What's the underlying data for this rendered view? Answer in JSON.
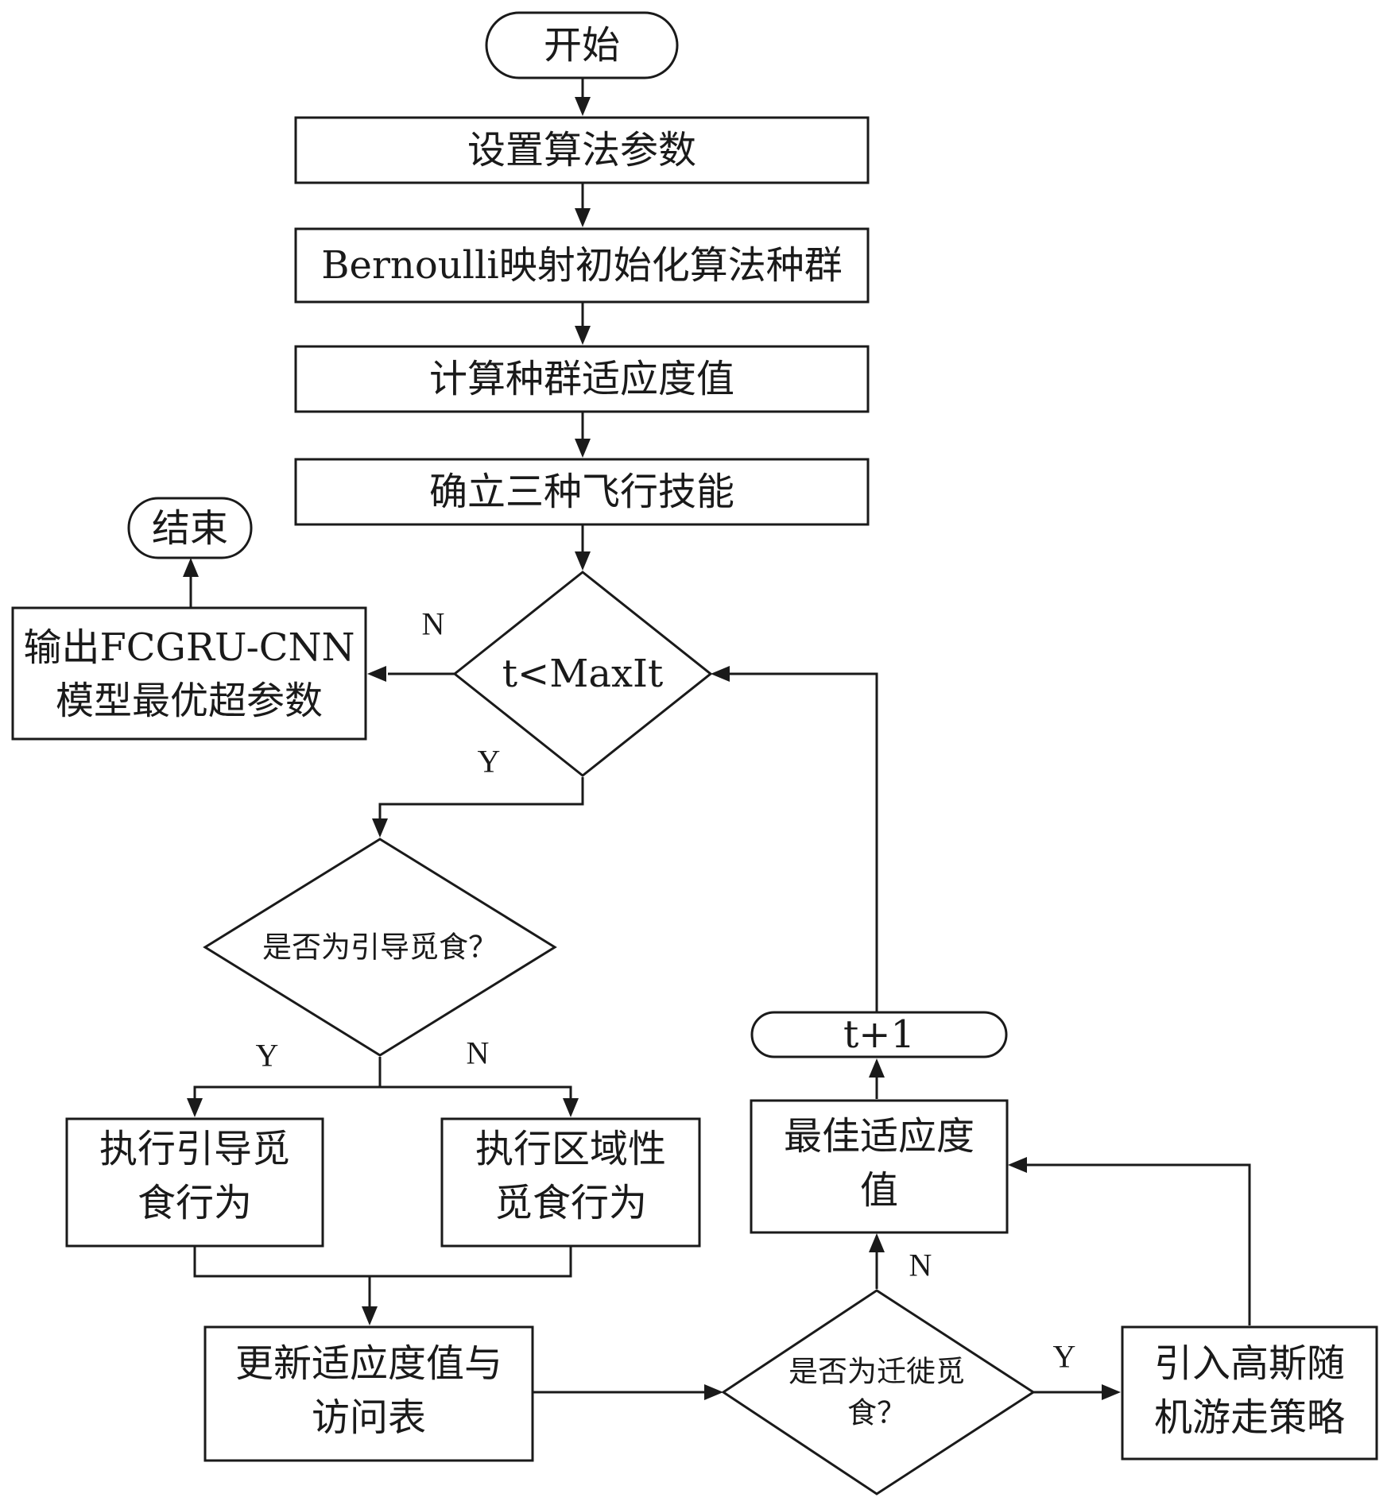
{
  "nodes": {
    "start": "开始",
    "set_params": "设置算法参数",
    "init_population": "Bernoulli映射初始化算法种群",
    "calc_fitness": "计算种群适应度值",
    "flight_skills": "确立三种飞行技能",
    "end": "结束",
    "output_line1": "输出FCGRU-CNN",
    "output_line2": "模型最优超参数",
    "loop_condition": "t<MaxIt",
    "guided_question": "是否为引导觅食？",
    "guided_line1": "执行引导觅",
    "guided_line2": "食行为",
    "regional_line1": "执行区域性",
    "regional_line2": "觅食行为",
    "update_line1": "更新适应度值与",
    "update_line2": "访问表",
    "migration_line1": "是否为迁徙觅",
    "migration_line2": "食？",
    "gaussian_line1": "引入高斯随",
    "gaussian_line2": "机游走策略",
    "best_line1": "最佳适应度",
    "best_line2": "值",
    "increment": "t+1"
  },
  "labels": {
    "loop_no": "N",
    "loop_yes": "Y",
    "guided_yes": "Y",
    "guided_no": "N",
    "migration_yes": "Y",
    "migration_no": "N"
  }
}
